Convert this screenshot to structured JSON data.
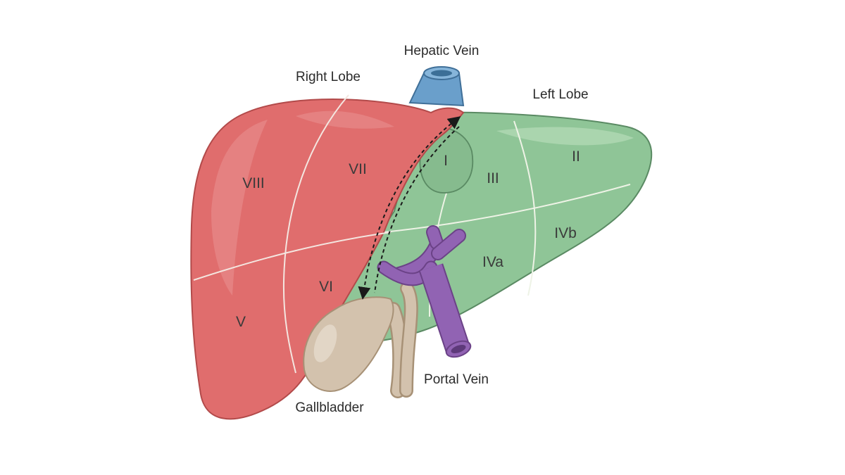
{
  "labels": {
    "hepatic_vein": "Hepatic Vein",
    "right_lobe": "Right Lobe",
    "left_lobe": "Left Lobe",
    "portal_vein": "Portal Vein",
    "gallbladder": "Gallbladder"
  },
  "segments": {
    "s1": "I",
    "s2": "II",
    "s3": "III",
    "s4a": "IVa",
    "s4b": "IVb",
    "s5": "V",
    "s6": "VI",
    "s7": "VII",
    "s8": "VIII"
  },
  "colors": {
    "right_lobe": "#e06d6d",
    "left_lobe": "#8fc597",
    "hepatic_vein": "#6a9fcb",
    "portal_vein": "#9163b3",
    "gallbladder": "#d3c2ad",
    "segment_lines": "#f4efe6"
  },
  "icons": {
    "dashed_arrow": "double-headed-dashed-arrow-icon"
  }
}
